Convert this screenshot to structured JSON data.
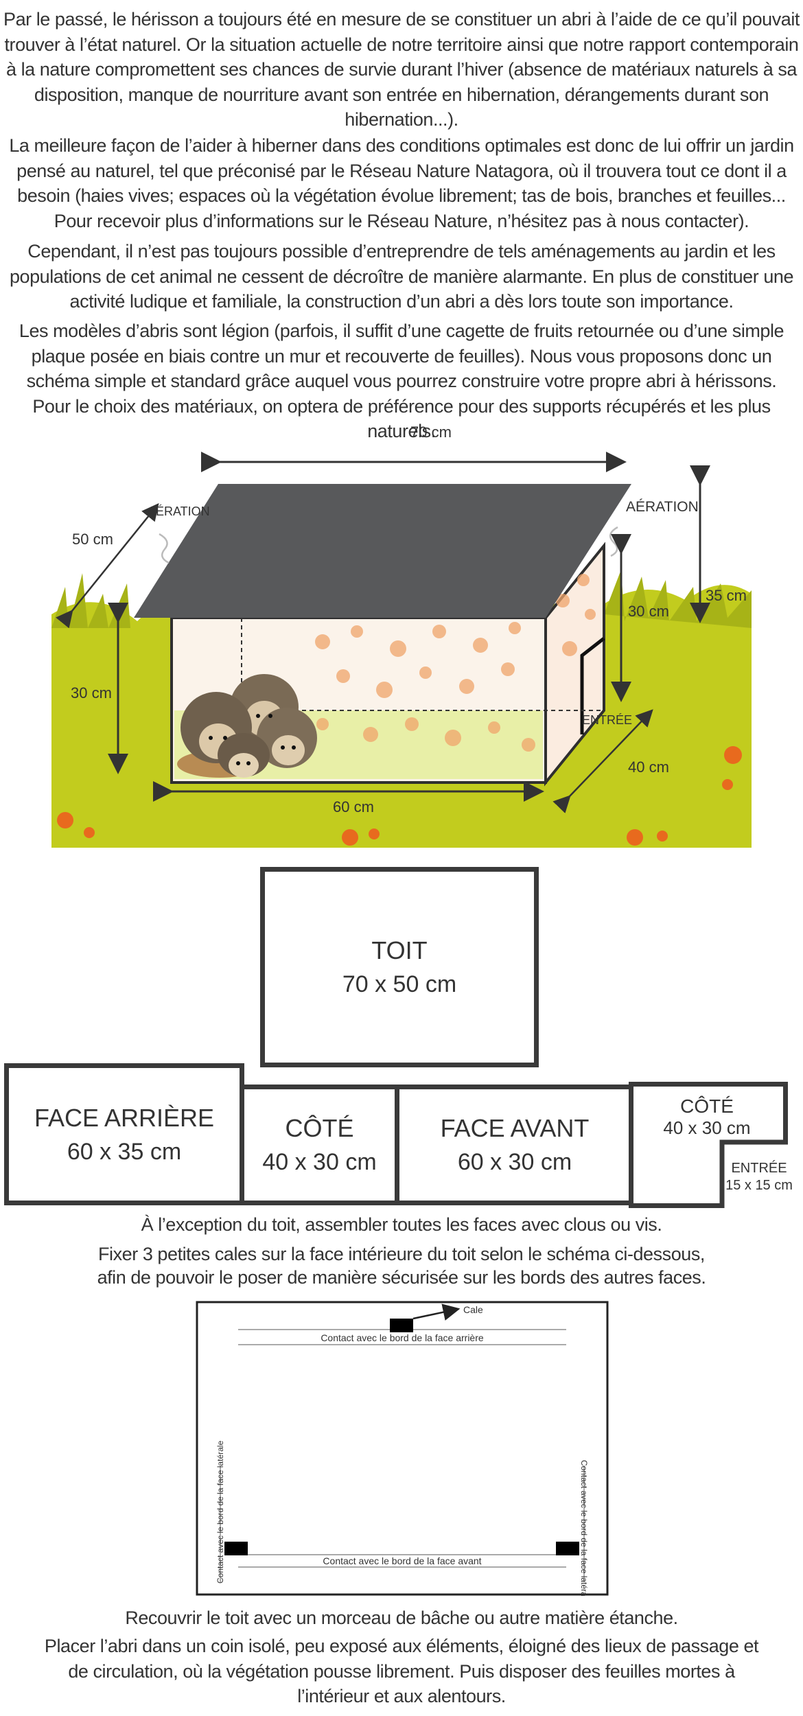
{
  "intro": {
    "p1": "Par le passé, le hérisson a toujours été en mesure de se constituer un abri à l’aide de ce qu’il pouvait trouver à l’état naturel. Or la situation actuelle de notre territoire ainsi que notre rapport contemporain à la nature compromettent ses chances de survie durant l’hiver (absence de matériaux naturels à sa disposition, manque de nourriture avant son entrée en hibernation, dérangements durant son hibernation...).",
    "p2": "La meilleure façon de l’aider à hiberner dans des conditions optimales est donc de lui offrir un jardin pensé au naturel, tel que préconisé par le Réseau Nature Natagora, où il trouvera tout ce dont il a besoin (haies vives; espaces où la végétation évolue librement; tas de bois, branches et feuilles... Pour recevoir plus d’informations sur le Réseau Nature, n’hésitez pas à nous contacter).",
    "p3": "Cependant, il n’est pas toujours possible d’entreprendre de tels aménagements au jardin et les populations de cet animal ne cessent de décroître de manière alarmante. En plus de constituer une activité ludique et familiale, la construction d’un abri a dès lors toute son importance.",
    "p4": "Les modèles d’abris sont légion (parfois, il suffit d’une cagette de fruits retournée ou d’une simple plaque posée en biais contre un mur et recouverte de feuilles). Nous vous proposons donc un schéma simple et standard grâce auquel vous pourrez construire votre propre abri à hérissons. Pour le choix des matériaux, on optera de préférence pour des supports récupérés et les plus naturels."
  },
  "house_diagram": {
    "width_top": "70 cm",
    "aeration_left": "AÉRATION",
    "aeration_right": "AÉRATION",
    "depth_roof": "50 cm",
    "height_right": "35 cm",
    "height_front_right": "30 cm",
    "height_left": "30 cm",
    "entree": "ENTRÉE",
    "depth_bottom": "40 cm",
    "width_bottom": "60 cm"
  },
  "pieces": {
    "roof": {
      "name": "TOIT",
      "dim": "70 x 50 cm"
    },
    "back": {
      "name": "FACE ARRIÈRE",
      "dim": "60 x 35 cm"
    },
    "side1": {
      "name": "CÔTÉ",
      "dim": "40 x 30 cm"
    },
    "front": {
      "name": "FACE AVANT",
      "dim": "60 x 30 cm"
    },
    "side2": {
      "name": "CÔTÉ",
      "dim": "40 x 30 cm"
    },
    "entree": {
      "name": "ENTRÉE",
      "dim": "15 x 15 cm"
    }
  },
  "instructions": {
    "i1": "À l’exception du toit, assembler toutes les faces avec clous ou vis.",
    "i2a": "Fixer 3 petites cales sur la face intérieure du toit selon le schéma ci-dessous,",
    "i2b": "afin de pouvoir le poser de manière sécurisée sur les bords des autres faces."
  },
  "roof_diagram": {
    "cale": "Cale",
    "contact_back": "Contact avec le bord de la face arrière",
    "contact_front": "Contact avec le bord de la face avant",
    "contact_side_left": "Contact avec le bord de la face latérale",
    "contact_side_right": "Contact avec le bord de la face latérale"
  },
  "outro": {
    "o1": "Recouvrir le toit avec un morceau de bâche ou autre matière étanche.",
    "o2": "Placer l’abri dans un coin isolé, peu exposé aux éléments, éloigné des lieux de passage et de circulation, où la végétation pousse librement. Puis disposer des feuilles mortes à l’intérieur et aux alentours."
  },
  "colors": {
    "grass": "#c2cc1e",
    "roof": "#58595b",
    "border": "#3a3a3a",
    "text": "#333333"
  }
}
